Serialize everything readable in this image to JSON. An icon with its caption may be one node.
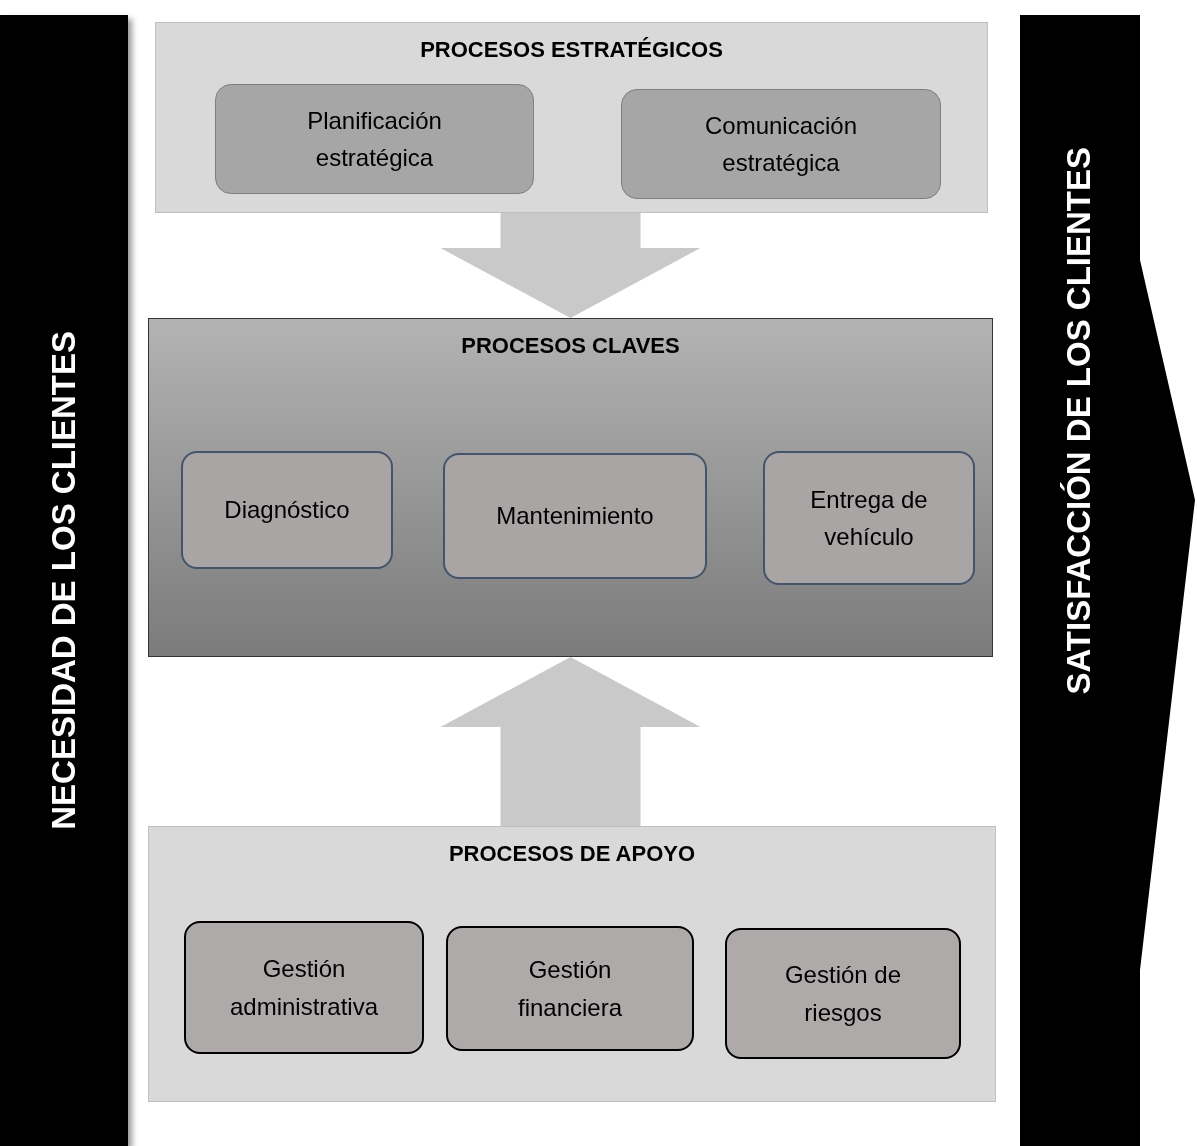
{
  "diagram": {
    "nodes": [
      {
        "text": [
          "NECESIDAD DE LOS CLIENTES"
        ]
      },
      {
        "text": [
          "PROCESOS ESTRATÉGICOS"
        ]
      },
      {
        "text": [
          "Planificación estratégica"
        ],
        "in": 1
      },
      {
        "text": [
          "Comunicación estratégica"
        ],
        "in": 1
      },
      {
        "text": [
          "PROCESOS CLAVES"
        ]
      },
      {
        "text": [
          "Diagnóstico"
        ],
        "in": 4
      },
      {
        "text": [
          "Mantenimiento"
        ],
        "in": 4
      },
      {
        "text": [
          "Entrega de vehículo"
        ],
        "in": 4
      },
      {
        "text": [
          "PROCESOS DE APOYO"
        ]
      },
      {
        "text": [
          "Gestión administrativa"
        ],
        "in": 8
      },
      {
        "text": [
          "Gestión financiera"
        ],
        "in": 8
      },
      {
        "text": [
          "Gestión de riesgos"
        ],
        "in": 8
      },
      {
        "text": [
          "SATISFACCIÓN DE LOS CLIENTES"
        ]
      }
    ],
    "edges": [
      {
        "from": 1,
        "to": 4,
        "arrow": "to"
      },
      {
        "from": 8,
        "to": 4,
        "arrow": "to"
      }
    ]
  }
}
